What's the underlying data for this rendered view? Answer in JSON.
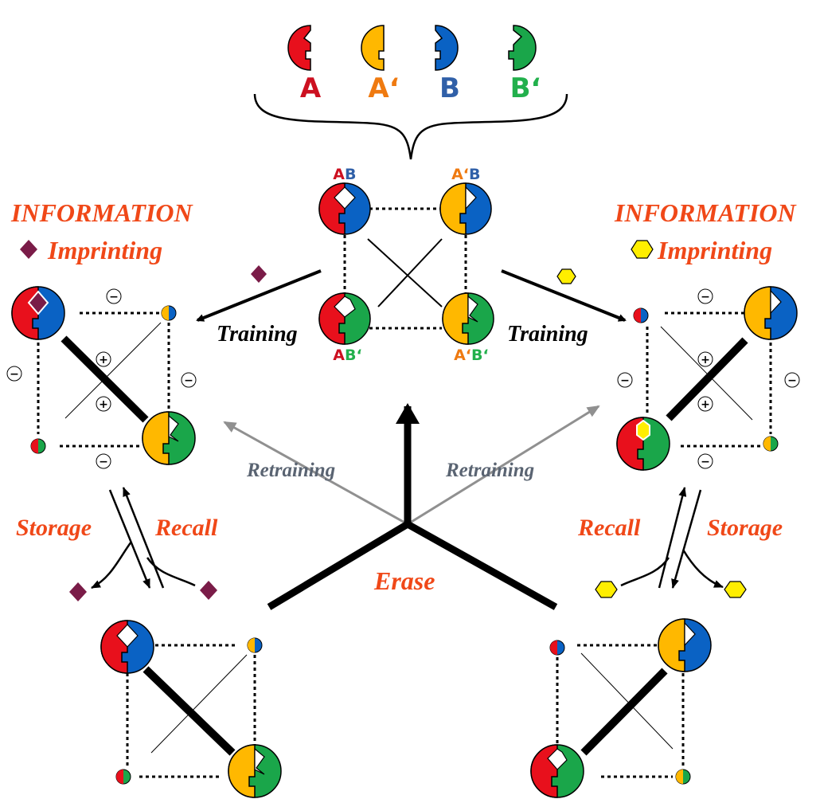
{
  "colors": {
    "A": "#e8101c",
    "A_prime": "#ffb800",
    "B": "#0a62c4",
    "B_prime": "#1aa64a",
    "label_A": "#cc1020",
    "label_A_prime": "#ef7a10",
    "label_B": "#3060a8",
    "label_B_prime": "#22b04c",
    "orange_text": "#f04818",
    "diamond": "#7a1c48",
    "hexagon": "#ffee00",
    "retrain_gray": "#909090",
    "retrain_text": "#5a6472"
  },
  "legend": {
    "A": "A",
    "A_prime": "A‘",
    "B": "B",
    "B_prime": "B‘"
  },
  "center": {
    "label_AB_1": "A",
    "label_AB_2": "B",
    "label_ApB_1": "A‘",
    "label_ApB_2": "B",
    "label_ABp_1": "A",
    "label_ABp_2": "B‘",
    "label_ApBp_1": "A‘",
    "label_ApBp_2": "B‘"
  },
  "left": {
    "information": "INFORMATION",
    "imprinting": "Imprinting",
    "training": "Training",
    "retraining": "Retraining",
    "storage": "Storage",
    "recall": "Recall",
    "minus": "−",
    "plus": "+"
  },
  "right": {
    "information": "INFORMATION",
    "imprinting": "Imprinting",
    "training": "Training",
    "retraining": "Retraining",
    "storage": "Storage",
    "recall": "Recall",
    "minus": "−",
    "plus": "+"
  },
  "erase": "Erase",
  "icons": {
    "diamond": "diamond-icon",
    "hexagon": "hexagon-icon"
  }
}
